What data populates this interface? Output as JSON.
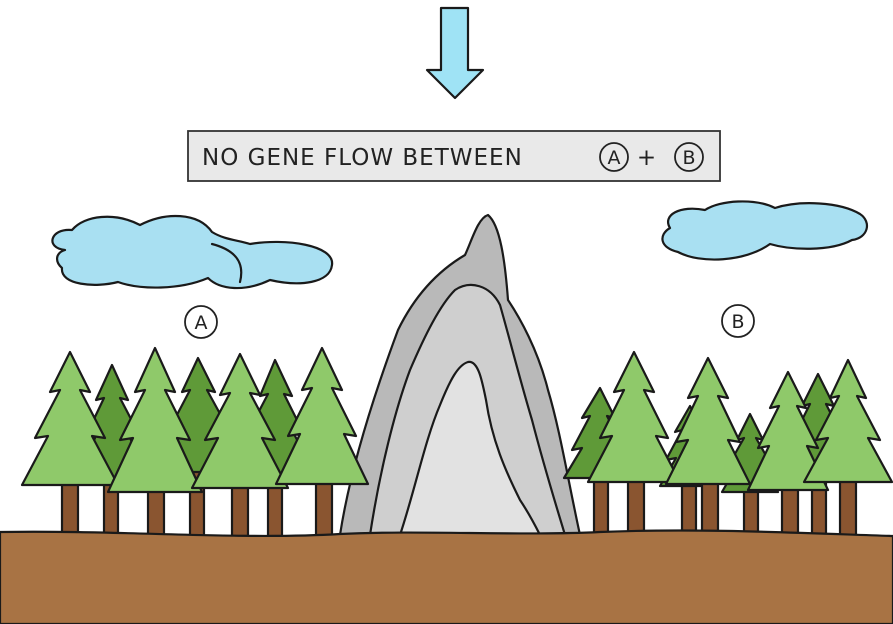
{
  "banner": {
    "prefix": "NO GENE FLOW BETWEEN",
    "plus": "+",
    "population_a": "A",
    "population_b": "B"
  },
  "labels": {
    "population_a": "A",
    "population_b": "B"
  },
  "colors": {
    "arrow": "#9fe3f5",
    "banner_fill": "#e9e9e9",
    "cloud": "#a9e0f2",
    "tree_light": "#8fc96a",
    "tree_dark": "#5f9a38",
    "trunk": "#8a5530",
    "ground": "#a87344",
    "mountain_outer": "#b9b9b9",
    "mountain_middle": "#cfcfcf",
    "mountain_inner": "#e2e2e2"
  },
  "icons": [
    "down-arrow-icon",
    "cloud-icon",
    "tree-icon",
    "mountain-icon"
  ]
}
